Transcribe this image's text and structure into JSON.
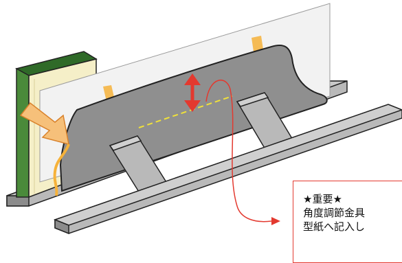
{
  "annotation": {
    "title": "★重要★",
    "line1": "角度調節金具",
    "line2": "型紙へ記入し"
  },
  "colors": {
    "wood": "#b9b9b9",
    "wood_dark": "#8c8c8c",
    "template": "#8f8f8f",
    "paper": "#f2f2f2",
    "book_cover": "#4a8a3a",
    "book_pages": "#f5efc8",
    "tape": "#f6b23a",
    "arrow": "#e3392f",
    "dashed_line": "#f0e13a",
    "pointer_arrow": "#f6c07a"
  },
  "icons": [
    "double-headed-arrow-icon",
    "curved-arrow-icon",
    "pointer-arrow-icon"
  ]
}
